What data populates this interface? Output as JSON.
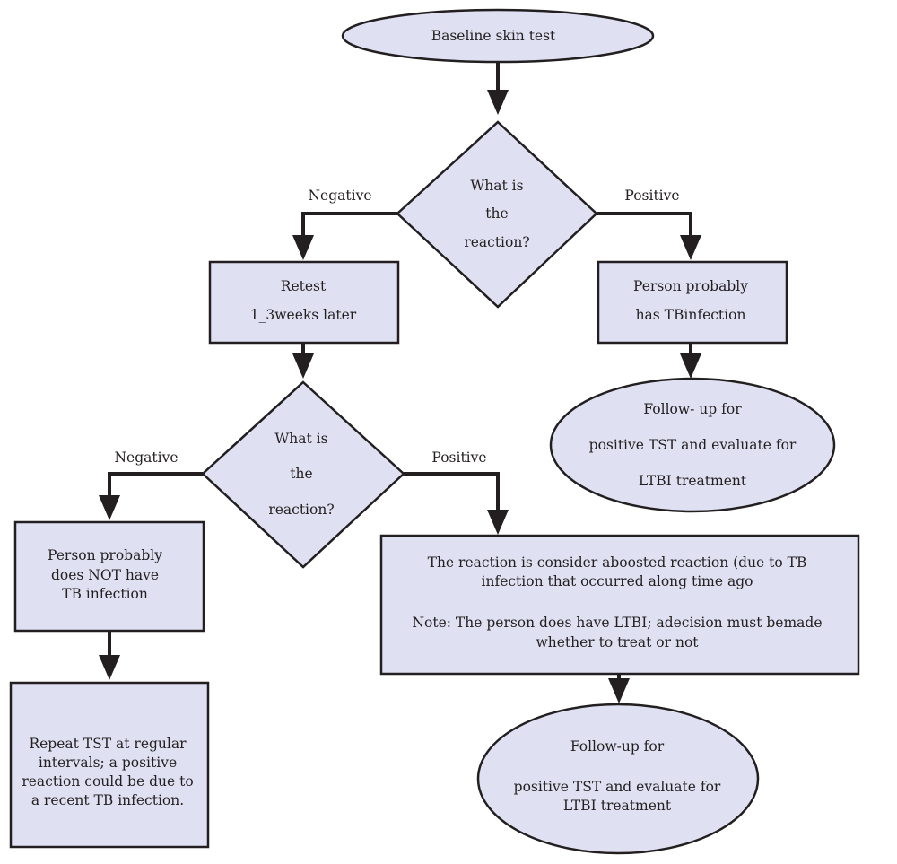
{
  "nodes": {
    "baseline": {
      "lines": [
        "Baseline skin test"
      ]
    },
    "decision1": {
      "lines": [
        "What is",
        "the",
        "reaction?"
      ]
    },
    "retest": {
      "lines": [
        "Retest",
        "1_3weeks later"
      ]
    },
    "probable_tb": {
      "lines": [
        "Person probably",
        "has TBinfection"
      ]
    },
    "followup1": {
      "lines": [
        "Follow- up for",
        "positive TST and evaluate for",
        "LTBI treatment"
      ]
    },
    "decision2": {
      "lines": [
        "What is",
        "the",
        "reaction?"
      ]
    },
    "no_tb": {
      "lines": [
        "Person probably",
        "does NOT have",
        "TB infection"
      ]
    },
    "boosted": {
      "lines": [
        "The reaction is consider aboosted reaction (due to TB",
        "infection that occurred along time ago",
        "Note: The person does have LTBI; adecision must bemade",
        "whether to treat or not"
      ]
    },
    "repeat": {
      "lines": [
        "Repeat TST at regular",
        "intervals; a positive",
        "reaction could be due to",
        "a recent TB infection."
      ]
    },
    "followup2": {
      "lines": [
        "Follow-up for",
        "positive TST and evaluate for",
        "LTBI treatment"
      ]
    }
  },
  "edges": {
    "d1_negative": "Negative",
    "d1_positive": "Positive",
    "d2_negative": "Negative",
    "d2_positive": "Positive"
  }
}
